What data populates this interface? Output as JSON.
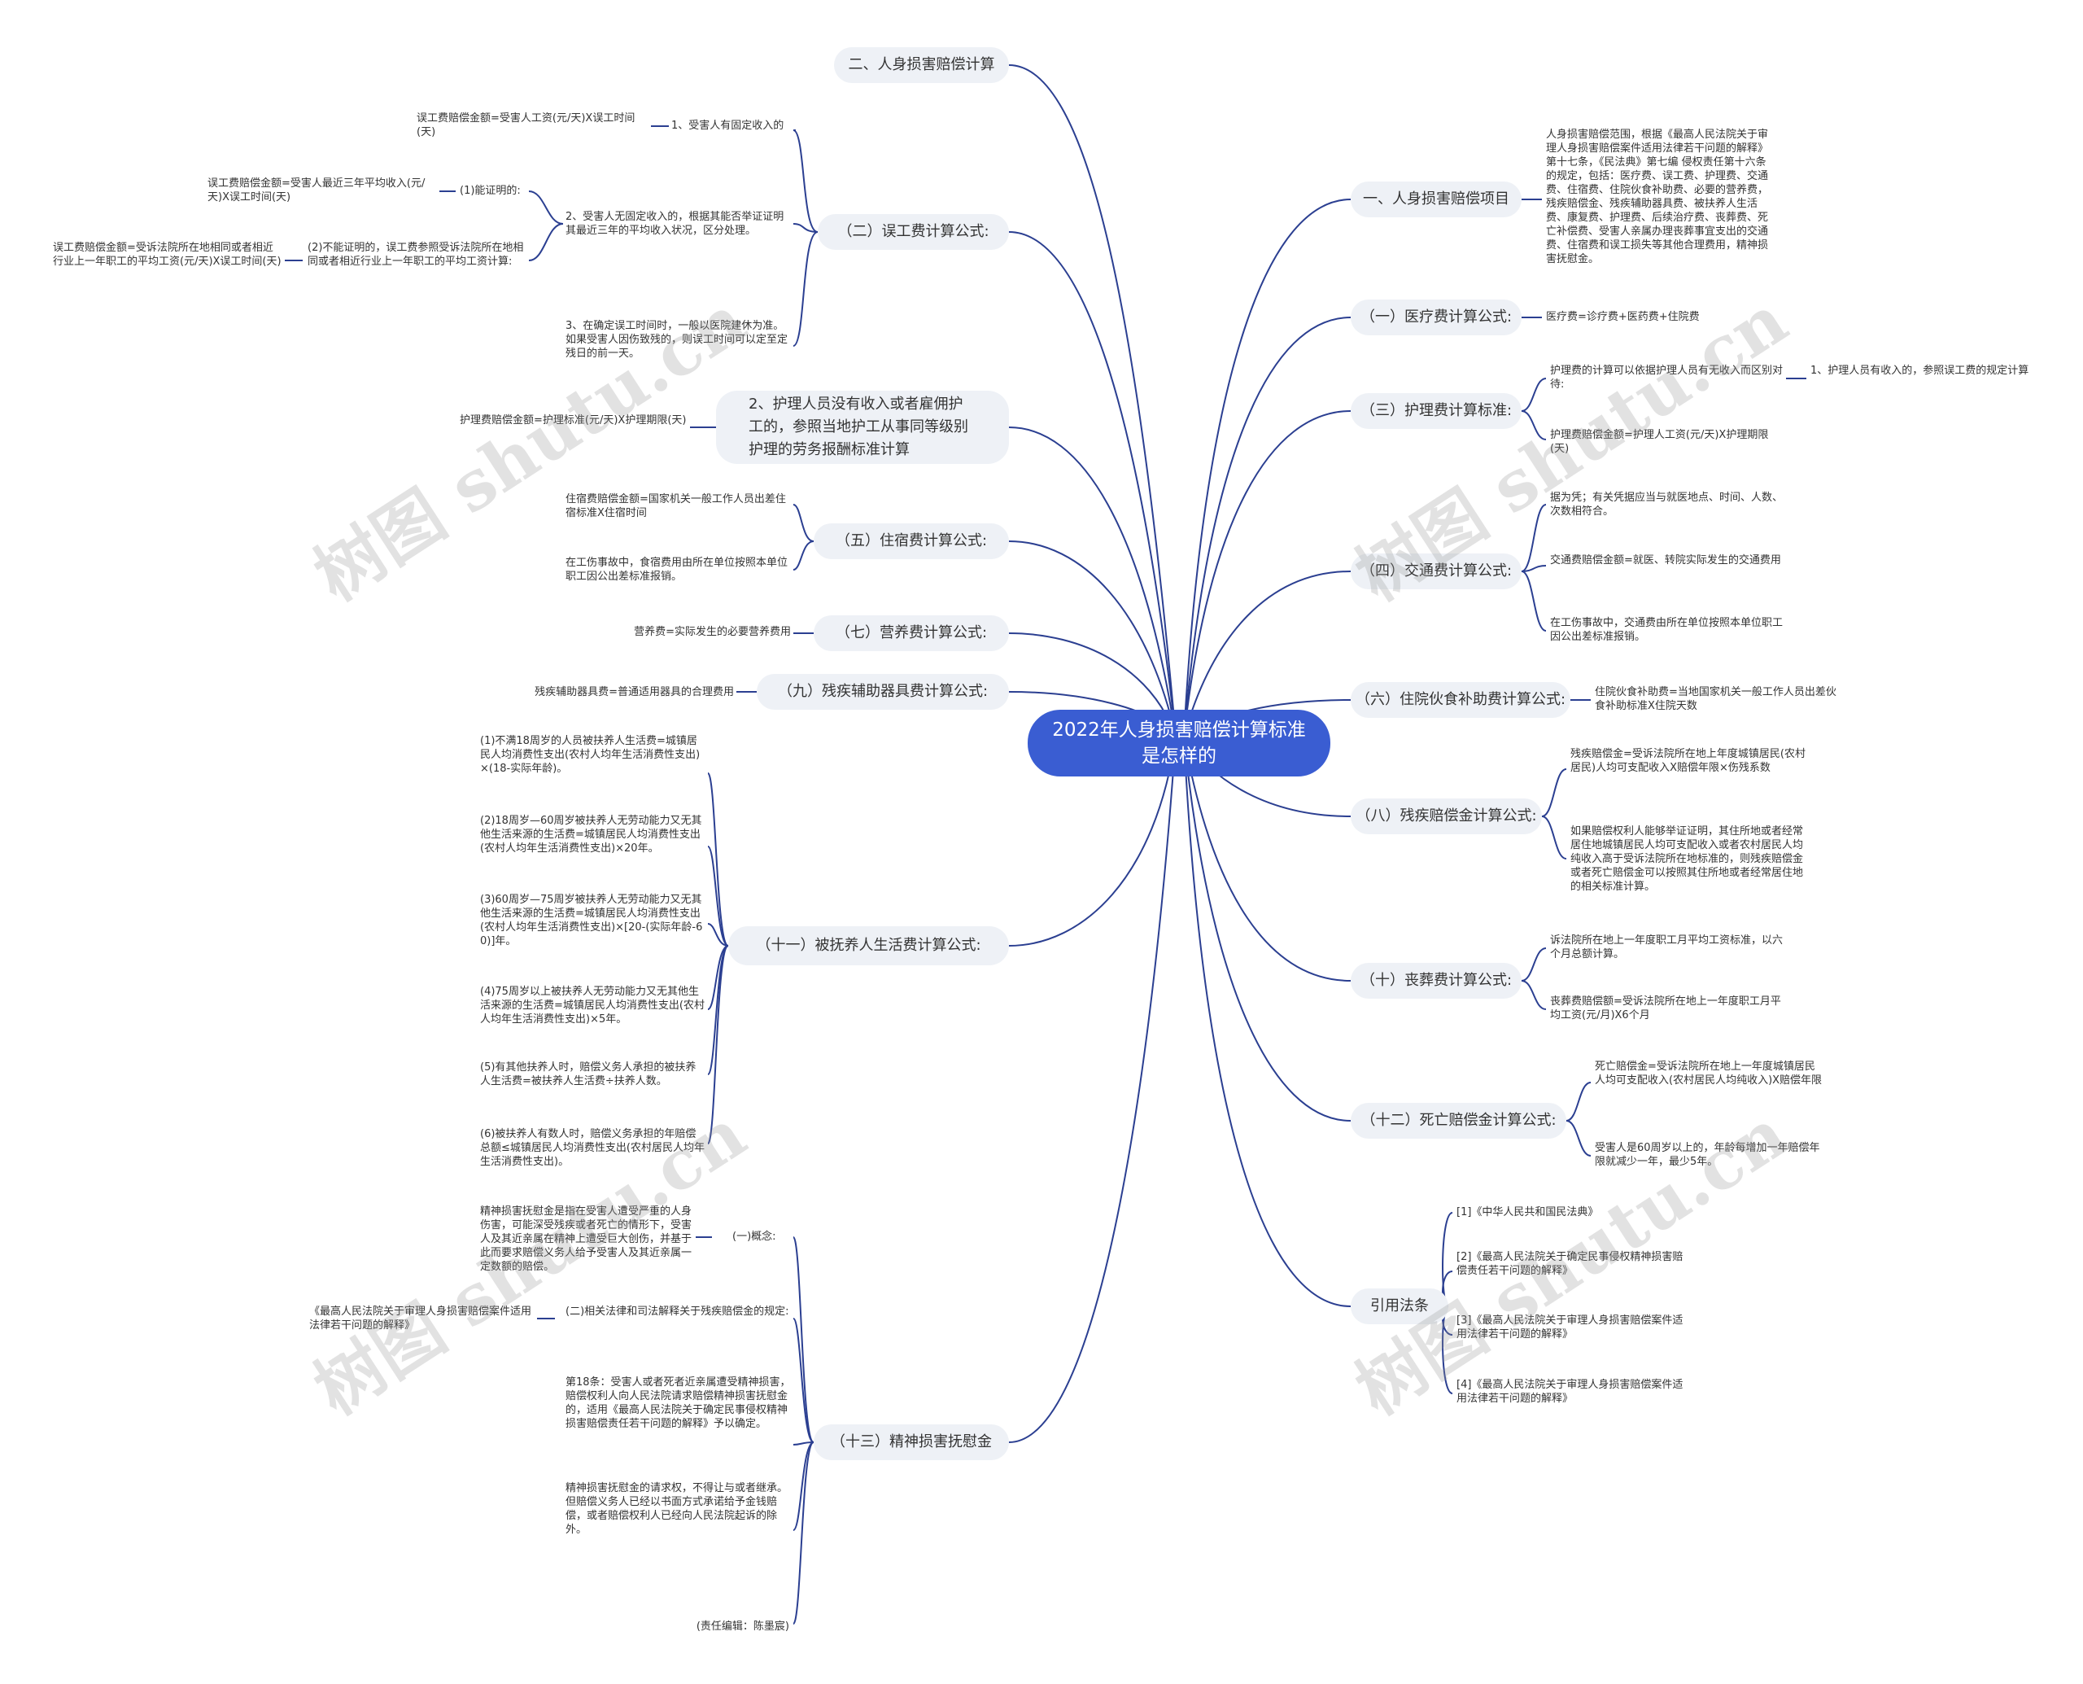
{
  "root": "2022年人身损害赔偿计算标准是怎样的",
  "watermark": "树图 shutu.cn",
  "colors": {
    "root": "#3a5dd2",
    "branch_bg": "#eef1f6",
    "edge": "#2b3f91"
  },
  "left": {
    "b2": "二、人身损害赔偿计算",
    "wugong": {
      "label": "（二）误工费计算公式:",
      "c1": "1、受害人有固定收入的",
      "c1_leaf": "误工费赔偿金额=受害人工资(元/天)X误工时间(天)",
      "c2": "2、受害人无固定收入的，根据其能否举证证明其最近三年的平均收入状况，区分处理。",
      "c2a": "(1)能证明的:",
      "c2a_leaf": "误工费赔偿金额=受害人最近三年平均收入(元/天)X误工时间(天)",
      "c2b": "(2)不能证明的，误工费参照受诉法院所在地相同或者相近行业上一年职工的平均工资计算:",
      "c2b_leaf": "误工费赔偿金额=受诉法院所在地相同或者相近行业上一年职工的平均工资(元/天)X误工时间(天)",
      "c3": "3、在确定误工时间时，一般以医院建休为准。如果受害人因伤致残的，则误工时间可以定至定残日的前一天。"
    },
    "huli2": {
      "label": "2、护理人员没有收入或者雇佣护工的，参照当地护工从事同等级别护理的劳务报酬标准计算",
      "leaf": "护理费赔偿金额=护理标准(元/天)X护理期限(天)"
    },
    "zhusu": {
      "label": "（五）住宿费计算公式:",
      "l1": "住宿费赔偿金额=国家机关一般工作人员出差住宿标准X住宿时间",
      "l2": "在工伤事故中，食宿费用由所在单位按照本单位职工因公出差标准报销。"
    },
    "yingyang": {
      "label": "（七）营养费计算公式:",
      "leaf": "营养费=实际发生的必要营养费用"
    },
    "canfu": {
      "label": "（九）残疾辅助器具费计算公式:",
      "leaf": "残疾辅助器具费=普通适用器具的合理费用"
    },
    "beifu": {
      "label": "（十一）被抚养人生活费计算公式:",
      "items": [
        "(1)不满18周岁的人员被扶养人生活费=城镇居民人均消费性支出(农村人均年生活消费性支出)×(18-实际年龄)。",
        "(2)18周岁—60周岁被扶养人无劳动能力又无其他生活来源的生活费=城镇居民人均消费性支出(农村人均年生活消费性支出)×20年。",
        "(3)60周岁—75周岁被扶养人无劳动能力又无其他生活来源的生活费=城镇居民人均消费性支出(农村人均年生活消费性支出)×[20-(实际年龄-60)]年。",
        "(4)75周岁以上被扶养人无劳动能力又无其他生活来源的生活费=城镇居民人均消费性支出(农村人均年生活消费性支出)×5年。",
        "(5)有其他扶养人时，赔偿义务人承担的被扶养人生活费=被扶养人生活费÷扶养人数。",
        "(6)被扶养人有数人时，赔偿义务承担的年赔偿总额≤城镇居民人均消费性支出(农村居民人均年生活消费性支出)。"
      ]
    },
    "jingshen": {
      "label": "（十三）精神损害抚慰金",
      "c1": "(一)概念:",
      "c1_leaf": "精神损害抚慰金是指在受害人遭受严重的人身伤害，可能深受残疾或者死亡的情形下，受害人及其近亲属在精神上遭受巨大创伤，并基于此而要求赔偿义务人给予受害人及其近亲属一定数额的赔偿。",
      "c2": "(二)相关法律和司法解释关于残疾赔偿金的规定:",
      "c2_leaf": "《最高人民法院关于审理人身损害赔偿案件适用法律若干问题的解释》",
      "c3": "第18条：受害人或者死者近亲属遭受精神损害，赔偿权利人向人民法院请求赔偿精神损害抚慰金的，适用《最高人民法院关于确定民事侵权精神损害赔偿责任若干问题的解释》予以确定。",
      "c4": "精神损害抚慰金的请求权，不得让与或者继承。但赔偿义务人已经以书面方式承诺给予金钱赔偿，或者赔偿权利人已经向人民法院起诉的除外。",
      "c5": "(责任编辑：陈墨宸)"
    }
  },
  "right": {
    "xiangmu": {
      "label": "一、人身损害赔偿项目",
      "leaf": "人身损害赔偿范围，根据《最高人民法院关于审理人身损害赔偿案件适用法律若干问题的解释》第十七条，《民法典》第七编 侵权责任第十六条的规定，包括：医疗费、误工费、护理费、交通费、住宿费、住院伙食补助费、必要的营养费，残疾赔偿金、残疾辅助器具费、被扶养人生活费、康复费、护理费、后续治疗费、丧葬费、死亡补偿费、受害人亲属办理丧葬事宜支出的交通费、住宿费和误工损失等其他合理费用，精神损害抚慰金。"
    },
    "yiliao": {
      "label": "（一）医疗费计算公式:",
      "leaf": "医疗费=诊疗费+医药费+住院费"
    },
    "huli": {
      "label": "（三）护理费计算标准:",
      "l1": "护理费的计算可以依据护理人员有无收入而区别对待:",
      "l1a": "1、护理人员有收入的，参照误工费的规定计算",
      "l2": "护理费赔偿金额=护理人工资(元/天)X护理期限(天)"
    },
    "jiaotong": {
      "label": "（四）交通费计算公式:",
      "l1": "据为凭；有关凭据应当与就医地点、时间、人数、次数相符合。",
      "l2": "交通费赔偿金额=就医、转院实际发生的交通费用",
      "l3": "在工伤事故中，交通费由所在单位按照本单位职工因公出差标准报销。"
    },
    "huoshi": {
      "label": "（六）住院伙食补助费计算公式:",
      "leaf": "住院伙食补助费=当地国家机关一般工作人员出差伙食补助标准X住院天数"
    },
    "canji": {
      "label": "（八）残疾赔偿金计算公式:",
      "l1": "残疾赔偿金=受诉法院所在地上年度城镇居民(农村居民)人均可支配收入X赔偿年限×伤残系数",
      "l2": "如果赔偿权利人能够举证证明，其住所地或者经常居住地城镇居民人均可支配收入或者农村居民人均纯收入高于受诉法院所在地标准的，则残疾赔偿金或者死亡赔偿金可以按照其住所地或者经常居住地的相关标准计算。"
    },
    "sangzang": {
      "label": "（十）丧葬费计算公式:",
      "l1": "诉法院所在地上一年度职工月平均工资标准，以六个月总额计算。",
      "l2": "丧葬费赔偿额=受诉法院所在地上一年度职工月平均工资(元/月)X6个月"
    },
    "siwang": {
      "label": "（十二）死亡赔偿金计算公式:",
      "l1": "死亡赔偿金=受诉法院所在地上一年度城镇居民人均可支配收入(农村居民人均纯收入)X赔偿年限",
      "l2": "受害人是60周岁以上的，年龄每增加一年赔偿年限就减少一年，最少5年。"
    },
    "yinyong": {
      "label": "引用法条",
      "items": [
        "[1]《中华人民共和国民法典》",
        "[2]《最高人民法院关于确定民事侵权精神损害赔偿责任若干问题的解释》",
        "[3]《最高人民法院关于审理人身损害赔偿案件适用法律若干问题的解释》",
        "[4]《最高人民法院关于审理人身损害赔偿案件适用法律若干问题的解释》"
      ]
    }
  }
}
